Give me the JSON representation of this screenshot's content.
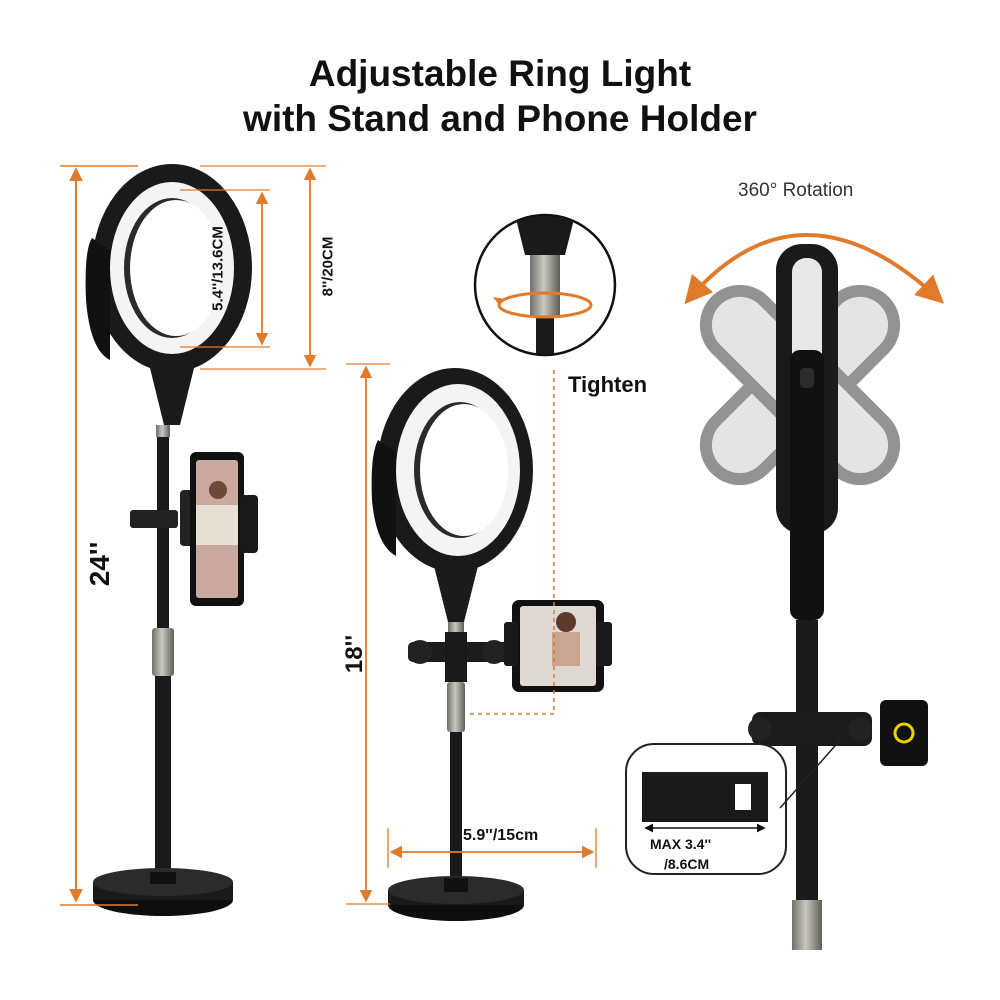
{
  "title": {
    "line1": "Adjustable Ring Light",
    "line2": "with Stand and Phone Holder"
  },
  "dimensions": {
    "ring_inner": "5.4''/13.6CM",
    "ring_outer": "8''/20CM",
    "max_height": "24''",
    "min_height": "18''",
    "base_width": "5.9''/15cm",
    "clamp_max_line1": "MAX 3.4''",
    "clamp_max_line2": "/8.6CM"
  },
  "callouts": {
    "tighten": "Tighten",
    "rotation": "360° Rotation"
  },
  "colors": {
    "accent": "#e07b2c",
    "product": "#1a1a1a",
    "metal": "#8a8a80",
    "light": "#f4f4f4"
  }
}
